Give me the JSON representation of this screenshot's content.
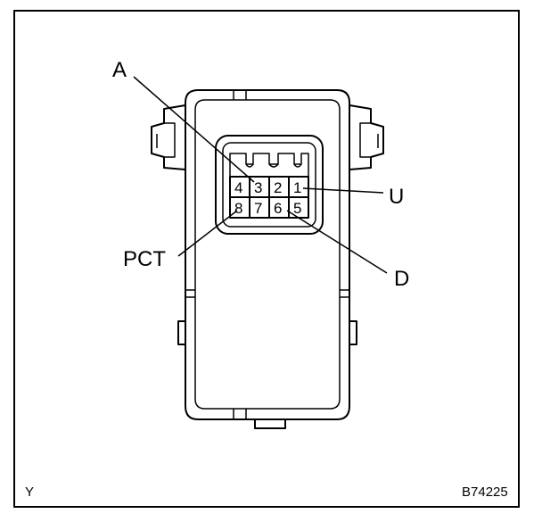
{
  "pins": {
    "p1": "1",
    "p2": "2",
    "p3": "3",
    "p4": "4",
    "p5": "5",
    "p6": "6",
    "p7": "7",
    "p8": "8"
  },
  "labels": {
    "a": "A",
    "u": "U",
    "d": "D",
    "pct": "PCT"
  },
  "footer": {
    "view": "Y",
    "code": "B74225"
  }
}
